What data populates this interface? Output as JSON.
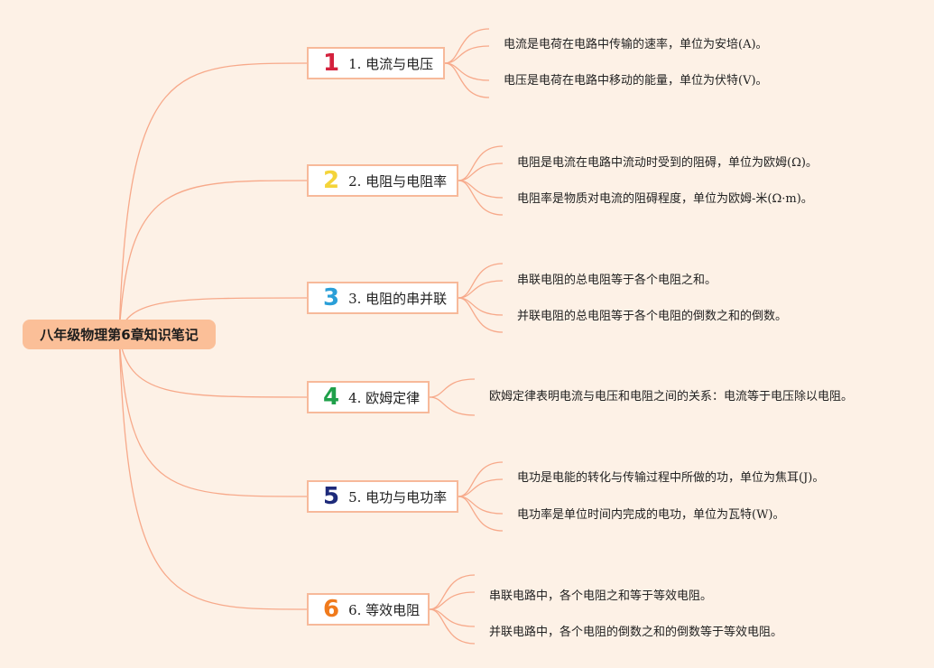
{
  "root": {
    "title": "八年级物理第6章知识笔记"
  },
  "colors": {
    "line": "#f7a98a",
    "root_fill": "#fbbf98",
    "background": "#fdf1e6"
  },
  "topics": [
    {
      "num": "1",
      "num_color": "#d4213d",
      "label": "1. 电流与电压",
      "notes": [
        "电流是电荷在电路中传输的速率，单位为安培(A)。",
        "电压是电荷在电路中移动的能量，单位为伏特(V)。"
      ]
    },
    {
      "num": "2",
      "num_color": "#f4d43a",
      "label": "2. 电阻与电阻率",
      "notes": [
        "电阻是电流在电路中流动时受到的阻碍，单位为欧姆(Ω)。",
        "电阻率是物质对电流的阻碍程度，单位为欧姆-米(Ω·m)。"
      ]
    },
    {
      "num": "3",
      "num_color": "#2a9fd8",
      "label": "3. 电阻的串并联",
      "notes": [
        "串联电阻的总电阻等于各个电阻之和。",
        "并联电阻的总电阻等于各个电阻的倒数之和的倒数。"
      ]
    },
    {
      "num": "4",
      "num_color": "#1fa04a",
      "label": "4. 欧姆定律",
      "notes": [
        "欧姆定律表明电流与电压和电阻之间的关系：电流等于电压除以电阻。"
      ]
    },
    {
      "num": "5",
      "num_color": "#1d2a7a",
      "label": "5. 电功与电功率",
      "notes": [
        "电功是电能的转化与传输过程中所做的功，单位为焦耳(J)。",
        "电功率是单位时间内完成的电功，单位为瓦特(W)。"
      ]
    },
    {
      "num": "6",
      "num_color": "#f07a1c",
      "label": "6. 等效电阻",
      "notes": [
        "串联电路中，各个电阻之和等于等效电阻。",
        "并联电路中，各个电阻的倒数之和的倒数等于等效电阻。"
      ]
    }
  ]
}
